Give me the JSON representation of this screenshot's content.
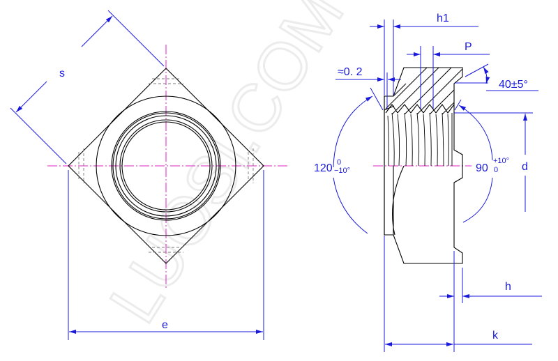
{
  "drawing": {
    "title": "Square weld nut - technical drawing",
    "watermark": "LUOSI.COM",
    "colors": {
      "outline": "#000000",
      "dimension": "#1a1adc",
      "centerline": "#e020c0",
      "hidden": "#7a7a7a"
    }
  },
  "front_view": {
    "labels": {
      "s": "s",
      "e": "e"
    }
  },
  "side_view": {
    "labels": {
      "h1": "h1",
      "P": "P",
      "gap": "≈0. 2",
      "chamfer_angle": "40±5°",
      "left_angle_value": "120",
      "left_angle_upper_tol": "0",
      "left_angle_lower_tol": "−10°",
      "right_angle_value": "90",
      "right_angle_upper_tol": "+10°",
      "right_angle_lower_tol": "0",
      "d": "d",
      "h": "h",
      "k": "k"
    }
  }
}
